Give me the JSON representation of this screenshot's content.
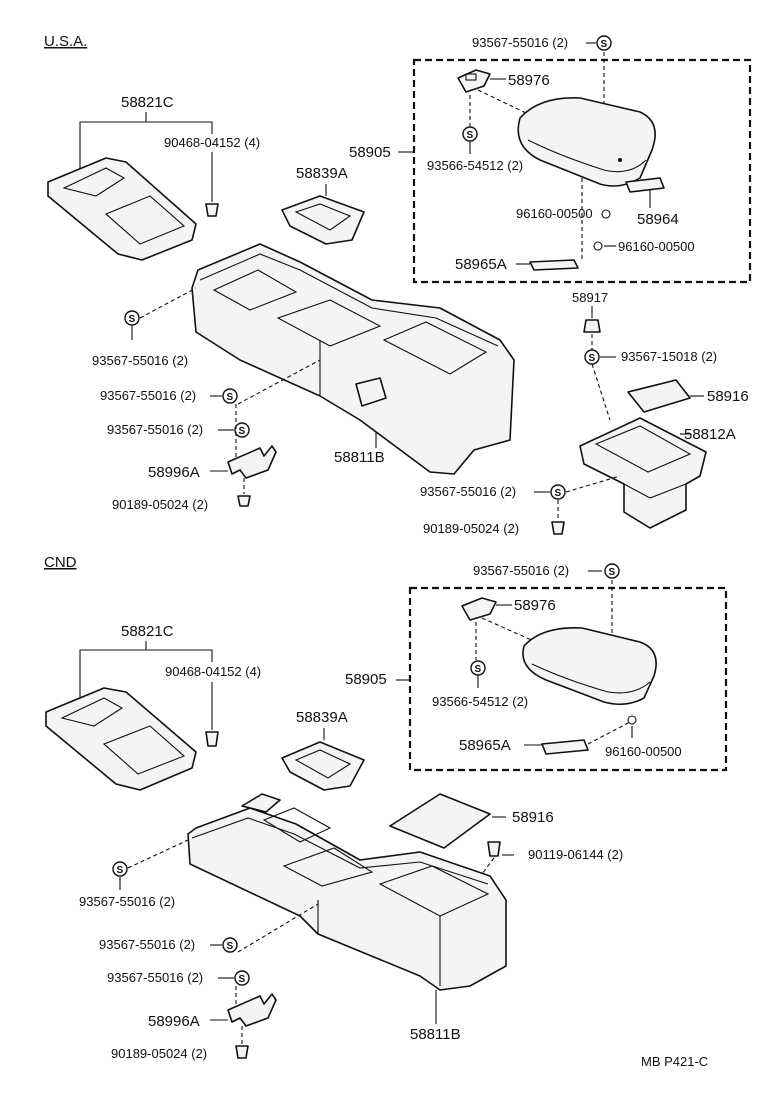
{
  "sections": {
    "usa": "U.S.A.",
    "cnd": "CND"
  },
  "footer_code": "MB P421-C",
  "screw_symbol": "S",
  "usa_parts": {
    "p_93567_55016_top": "93567-55016 (2)",
    "p_58976": "58976",
    "p_58821C": "58821C",
    "p_90468": "90468-04152 (4)",
    "p_58905": "58905",
    "p_93566": "93566-54512 (2)",
    "p_58839A": "58839A",
    "p_96160_a": "96160-00500",
    "p_58964": "58964",
    "p_58965A": "58965A",
    "p_96160_b": "96160-00500",
    "p_58917": "58917",
    "p_93567_15018": "93567-15018 (2)",
    "p_93567_55016_left": "93567-55016 (2)",
    "p_93567_55016_a": "93567-55016 (2)",
    "p_93567_55016_b": "93567-55016 (2)",
    "p_58916": "58916",
    "p_58812A": "58812A",
    "p_58996A": "58996A",
    "p_58811B": "58811B",
    "p_93567_55016_right": "93567-55016 (2)",
    "p_90189_left": "90189-05024 (2)",
    "p_90189_right": "90189-05024 (2)"
  },
  "cnd_parts": {
    "p_93567_55016_top": "93567-55016 (2)",
    "p_58976": "58976",
    "p_58821C": "58821C",
    "p_90468": "90468-04152 (4)",
    "p_58905": "58905",
    "p_93566": "93566-54512 (2)",
    "p_58839A": "58839A",
    "p_58965A": "58965A",
    "p_96160": "96160-00500",
    "p_58916": "58916",
    "p_90119": "90119-06144 (2)",
    "p_93567_55016_left": "93567-55016 (2)",
    "p_93567_55016_a": "93567-55016 (2)",
    "p_93567_55016_b": "93567-55016 (2)",
    "p_58996A": "58996A",
    "p_58811B": "58811B",
    "p_90189": "90189-05024 (2)"
  }
}
